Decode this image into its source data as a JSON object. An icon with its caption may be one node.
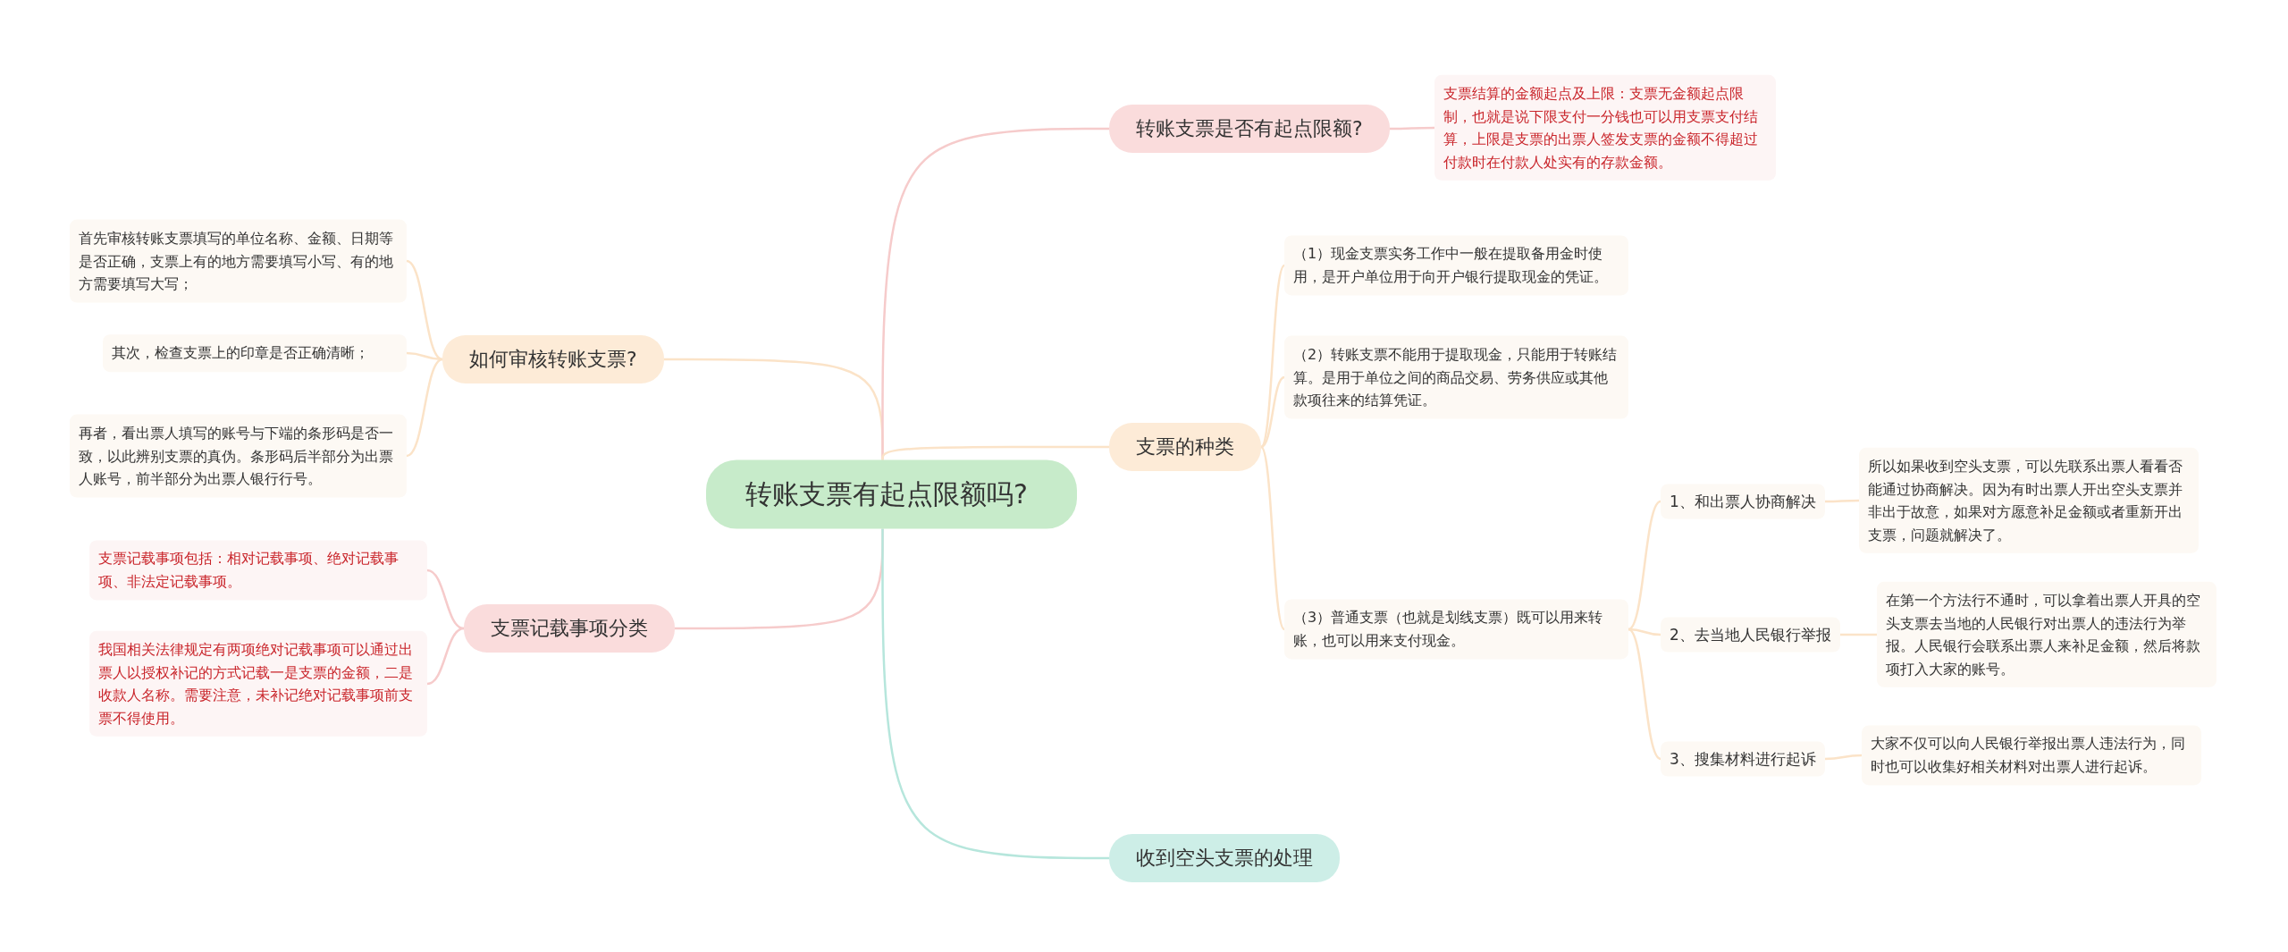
{
  "diagram": {
    "nodes": [
      {
        "text": [
          "转账支票有起点限额吗?"
        ]
      },
      {
        "text": [
          "如何审核转账支票?"
        ]
      },
      {
        "text": [
          "首先审核转账支票填写的单位名称、金额、日期等是否正确，支票上有的地方需要填写小写、有的地方需要填写大写；"
        ]
      },
      {
        "text": [
          "其次，检查支票上的印章是否正确清晰；"
        ]
      },
      {
        "text": [
          "再者，看出票人填写的账号与下端的条形码是否一致，以此辨别支票的真伪。条形码后半部分为出票人账号，前半部分为出票人银行行号。"
        ]
      },
      {
        "text": [
          "支票记载事项分类"
        ]
      },
      {
        "text": [
          "支票记载事项包括：相对记载事项、绝对记载事项、非法定记载事项。"
        ]
      },
      {
        "text": [
          "我国相关法律规定有两项绝对记载事项可以通过出票人以授权补记的方式记载一是支票的金额，二是收款人名称。需要注意，未补记绝对记载事项前支票不得使用。"
        ]
      },
      {
        "text": [
          "转账支票是否有起点限额?"
        ]
      },
      {
        "text": [
          "支票结算的金额起点及上限：支票无金额起点限制，也就是说下限支付一分钱也可以用支票支付结算，上限是支票的出票人签发支票的金额不得超过付款时在付款人处实有的存款金额。"
        ]
      },
      {
        "text": [
          "支票的种类"
        ]
      },
      {
        "text": [
          "（1）现金支票实务工作中一般在提取备用金时使用，是开户单位用于向开户银行提取现金的凭证。"
        ]
      },
      {
        "text": [
          "（2）转账支票不能用于提取现金，只能用于转账结算。是用于单位之间的商品交易、劳务供应或其他款项往来的结算凭证。"
        ]
      },
      {
        "text": [
          "（3）普通支票（也就是划线支票）既可以用来转账，也可以用来支付现金。"
        ]
      },
      {
        "text": [
          "1、和出票人协商解决"
        ]
      },
      {
        "text": [
          "所以如果收到空头支票，可以先联系出票人看看否能通过协商解决。因为有时出票人开出空头支票并非出于故意，如果对方愿意补足金额或者重新开出支票，问题就解决了。"
        ]
      },
      {
        "text": [
          "2、去当地人民银行举报"
        ]
      },
      {
        "text": [
          "在第一个方法行不通时，可以拿着出票人开具的空头支票去当地的人民银行对出票人的违法行为举报。人民银行会联系出票人来补足金额，然后将款项打入大家的账号。"
        ]
      },
      {
        "text": [
          "3、搜集材料进行起诉"
        ]
      },
      {
        "text": [
          "大家不仅可以向人民银行举报出票人违法行为，同时也可以收集好相关材料对出票人进行起诉。"
        ]
      },
      {
        "text": [
          "收到空头支票的处理"
        ]
      }
    ],
    "edges": [
      {
        "from": 0,
        "to": 1,
        "arrow": "none",
        "color": "#fbe3c8"
      },
      {
        "from": 1,
        "to": 2,
        "arrow": "none",
        "color": "#fbe3c8"
      },
      {
        "from": 1,
        "to": 3,
        "arrow": "none",
        "color": "#fbe3c8"
      },
      {
        "from": 1,
        "to": 4,
        "arrow": "none",
        "color": "#fbe3c8"
      },
      {
        "from": 0,
        "to": 5,
        "arrow": "none",
        "color": "#f6cbcb"
      },
      {
        "from": 5,
        "to": 6,
        "arrow": "none",
        "color": "#f6cbcb"
      },
      {
        "from": 5,
        "to": 7,
        "arrow": "none",
        "color": "#f6cbcb"
      },
      {
        "from": 0,
        "to": 8,
        "arrow": "none",
        "color": "#f6cbcb"
      },
      {
        "from": 8,
        "to": 9,
        "arrow": "none",
        "color": "#f6cbcb"
      },
      {
        "from": 0,
        "to": 10,
        "arrow": "none",
        "color": "#fbe3c8"
      },
      {
        "from": 10,
        "to": 11,
        "arrow": "none",
        "color": "#fbe3c8"
      },
      {
        "from": 10,
        "to": 12,
        "arrow": "none",
        "color": "#fbe3c8"
      },
      {
        "from": 10,
        "to": 13,
        "arrow": "none",
        "color": "#fbe3c8"
      },
      {
        "from": 13,
        "to": 14,
        "arrow": "none",
        "color": "#fbe3c8"
      },
      {
        "from": 14,
        "to": 15,
        "arrow": "none",
        "color": "#fbe3c8"
      },
      {
        "from": 13,
        "to": 16,
        "arrow": "none",
        "color": "#fbe3c8"
      },
      {
        "from": 16,
        "to": 17,
        "arrow": "none",
        "color": "#fbe3c8"
      },
      {
        "from": 13,
        "to": 18,
        "arrow": "none",
        "color": "#fbe3c8"
      },
      {
        "from": 18,
        "to": 19,
        "arrow": "none",
        "color": "#fbe3c8"
      },
      {
        "from": 0,
        "to": 20,
        "arrow": "none",
        "color": "#b6e6dc"
      }
    ]
  }
}
